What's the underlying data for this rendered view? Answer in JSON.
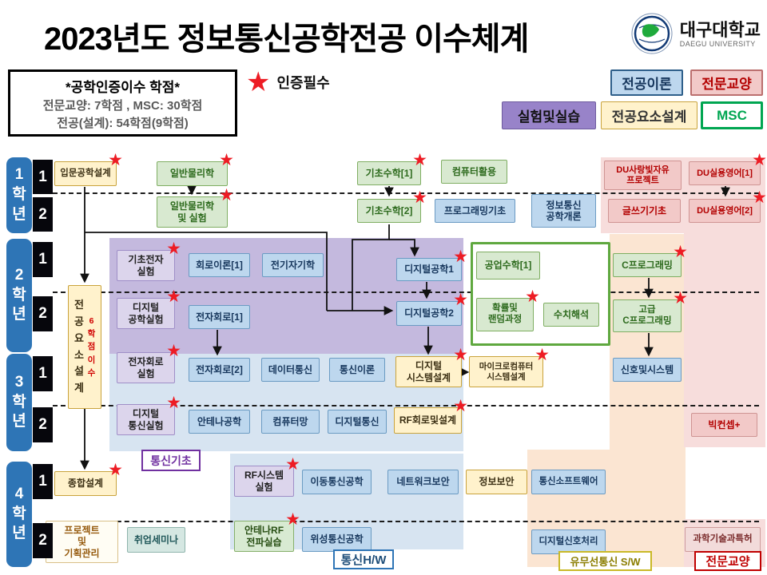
{
  "title": "2023년도 정보통신공학전공 이수체계",
  "logo": {
    "name": "대구대학교",
    "sub": "DAEGU UNIVERSITY"
  },
  "credit_info": {
    "heading": "*공학인증이수 학점*",
    "line2": "전문교양: 7학점 , MSC: 30학점",
    "line3": "전공(설계): 54학점(9학점)"
  },
  "star_legend_label": "인증필수",
  "legend": [
    {
      "id": "theory",
      "label": "전공이론"
    },
    {
      "id": "liberal",
      "label": "전문교양"
    },
    {
      "id": "lab",
      "label": "실험및실습"
    },
    {
      "id": "design",
      "label": "전공요소설계"
    },
    {
      "id": "msc",
      "label": "MSC"
    }
  ],
  "years": [
    {
      "label": "1학년",
      "semesters": [
        "1",
        "2"
      ]
    },
    {
      "label": "2학년",
      "semesters": [
        "1",
        "2"
      ]
    },
    {
      "label": "3학년",
      "semesters": [
        "1",
        "2"
      ]
    },
    {
      "label": "4학년",
      "semesters": [
        "1",
        "2"
      ]
    }
  ],
  "design_track_box": {
    "label": "전공요소설계",
    "note": "6학점이수"
  },
  "group_labels": {
    "tongsin_gicho": "통신기초",
    "tongsin_hw": "통신H/W",
    "wireless_sw": "유무선통신 S/W",
    "prof_liberal": "전문교양"
  },
  "colors": {
    "theory": {
      "bg": "#bdd7ee",
      "text": "#17375d",
      "border": "#6b9bc3"
    },
    "liberal": {
      "bg": "#f2c9c8",
      "text": "#b30000",
      "border": "#cf9493"
    },
    "lab": {
      "bg": "#dcd5ec",
      "text": "#1f1f1f",
      "border": "#9f8ec7"
    },
    "design": {
      "bg": "#fff2cc",
      "text": "#3b2f13",
      "border": "#c9a33c"
    },
    "msc": {
      "bg": "#d8e9d0",
      "text": "#2e6b1e",
      "border": "#7fae62"
    },
    "teal": {
      "bg": "#d5e7e2",
      "text": "#21585a",
      "border": "#8fb5ac"
    },
    "labgreen": {
      "bg": "#d8ead2",
      "text": "#274e13",
      "border": "#86b06a"
    },
    "patent": {
      "bg": "#f2dbda",
      "text": "#7b2c2c",
      "border": "#cf9c9b"
    },
    "project": {
      "bg": "#fffdf4",
      "text": "#975c10",
      "border": "#d9c089"
    }
  },
  "courses": [
    {
      "id": "ipmun-gonghak-seolgye",
      "label": "입문공학설계",
      "type": "design",
      "star": true
    },
    {
      "id": "ilban-mullihak",
      "label": "일반물리학",
      "type": "msc",
      "star": true
    },
    {
      "id": "gicho-suhak-1",
      "label": "기초수학[1]",
      "type": "msc",
      "star": true
    },
    {
      "id": "computer-hwalyong",
      "label": "컴퓨터활용",
      "type": "msc",
      "star": false
    },
    {
      "id": "du-sarang-project",
      "label": "DU사랑빛자유\n프로젝트",
      "type": "liberal",
      "star": false
    },
    {
      "id": "du-english-1",
      "label": "DU실용영어[1]",
      "type": "liberal",
      "star": true
    },
    {
      "id": "ilban-mullihak-exp",
      "label": "일반물리학\n및 실험",
      "type": "msc",
      "star": true
    },
    {
      "id": "gicho-suhak-2",
      "label": "기초수학[2]",
      "type": "msc",
      "star": true
    },
    {
      "id": "programming-gicho",
      "label": "프로그래밍기초",
      "type": "theory",
      "star": false
    },
    {
      "id": "jeongbotongsin-gaeron",
      "label": "정보통신\n공학개론",
      "type": "theory",
      "star": false
    },
    {
      "id": "geulsseugi-gicho",
      "label": "글쓰기기초",
      "type": "liberal",
      "star": false
    },
    {
      "id": "du-english-2",
      "label": "DU실용영어[2]",
      "type": "liberal",
      "star": true
    },
    {
      "id": "gicho-jeonja-exp",
      "label": "기초전자\n실험",
      "type": "lab",
      "star": true
    },
    {
      "id": "hoero-iron-1",
      "label": "회로이론[1]",
      "type": "theory",
      "star": false
    },
    {
      "id": "jeongi-jagihak",
      "label": "전기자기학",
      "type": "theory",
      "star": false
    },
    {
      "id": "digital-gonghak-1",
      "label": "디지털공학1",
      "type": "theory",
      "star": true
    },
    {
      "id": "gongeop-suhak-1",
      "label": "공업수학[1]",
      "type": "msc",
      "star": false
    },
    {
      "id": "c-programming",
      "label": "C프로그래밍",
      "type": "msc",
      "star": true
    },
    {
      "id": "digital-gonghak-exp",
      "label": "디지털\n공학실험",
      "type": "lab",
      "star": true
    },
    {
      "id": "jeonja-hoero-1",
      "label": "전자회로[1]",
      "type": "theory",
      "star": false
    },
    {
      "id": "digital-gonghak-2",
      "label": "디지털공학2",
      "type": "theory",
      "star": true
    },
    {
      "id": "hwakryul-random",
      "label": "확률및\n랜덤과정",
      "type": "msc",
      "star": true
    },
    {
      "id": "suchi-haeseok",
      "label": "수치해석",
      "type": "msc",
      "star": false
    },
    {
      "id": "advanced-c-programming",
      "label": "고급\nC프로그래밍",
      "type": "msc",
      "star": true
    },
    {
      "id": "jeonja-hoero-exp",
      "label": "전자회로\n실험",
      "type": "lab",
      "star": true
    },
    {
      "id": "jeonja-hoero-2",
      "label": "전자회로[2]",
      "type": "theory",
      "star": false
    },
    {
      "id": "data-tongsin",
      "label": "데이터통신",
      "type": "theory",
      "star": false
    },
    {
      "id": "tongsin-iron",
      "label": "통신이론",
      "type": "theory",
      "star": false
    },
    {
      "id": "digital-system-design",
      "label": "디지털\n시스템설계",
      "type": "design",
      "star": true
    },
    {
      "id": "microcomputer-system-design",
      "label": "마이크로컴퓨터\n시스템설계",
      "type": "design",
      "star": true
    },
    {
      "id": "signal-and-system",
      "label": "신호및시스템",
      "type": "theory",
      "star": false
    },
    {
      "id": "digital-tongsin-exp",
      "label": "디지털\n통신실험",
      "type": "lab",
      "star": true
    },
    {
      "id": "antenna-gonghak",
      "label": "안테나공학",
      "type": "theory",
      "star": false
    },
    {
      "id": "computer-mang",
      "label": "컴퓨터망",
      "type": "theory",
      "star": false
    },
    {
      "id": "digital-tongsin",
      "label": "디지털통신",
      "type": "theory",
      "star": false
    },
    {
      "id": "rf-circuit-design",
      "label": "RF회로및설계",
      "type": "design",
      "star": true
    },
    {
      "id": "big-concept-plus",
      "label": "빅컨셉+",
      "type": "liberal",
      "star": false
    },
    {
      "id": "jonghap-seolgye",
      "label": "종합설계",
      "type": "design",
      "star": true
    },
    {
      "id": "rf-system-exp",
      "label": "RF시스템\n실험",
      "type": "lab",
      "star": true
    },
    {
      "id": "idong-tongsin-gonghak",
      "label": "이동통신공학",
      "type": "theory",
      "star": false
    },
    {
      "id": "network-boan",
      "label": "네트워크보안",
      "type": "theory",
      "star": false
    },
    {
      "id": "jeongbo-boan",
      "label": "정보보안",
      "type": "design",
      "star": false
    },
    {
      "id": "tongsin-software",
      "label": "통신소프트웨어",
      "type": "theory",
      "star": false
    },
    {
      "id": "project-planning",
      "label": "프로젝트\n및\n기획관리",
      "type": "project",
      "star": false
    },
    {
      "id": "chwieop-seminar",
      "label": "취업세미나",
      "type": "teal",
      "star": false
    },
    {
      "id": "antenna-rf-silseup",
      "label": "안테나RF\n전파실습",
      "type": "labgreen",
      "star": true
    },
    {
      "id": "wiseong-tongsin",
      "label": "위성통신공학",
      "type": "theory",
      "star": false
    },
    {
      "id": "digital-signal-processing",
      "label": "디지털신호처리",
      "type": "theory",
      "star": false
    },
    {
      "id": "science-tech-patent",
      "label": "과학기술과특허",
      "type": "patent",
      "star": false
    }
  ]
}
